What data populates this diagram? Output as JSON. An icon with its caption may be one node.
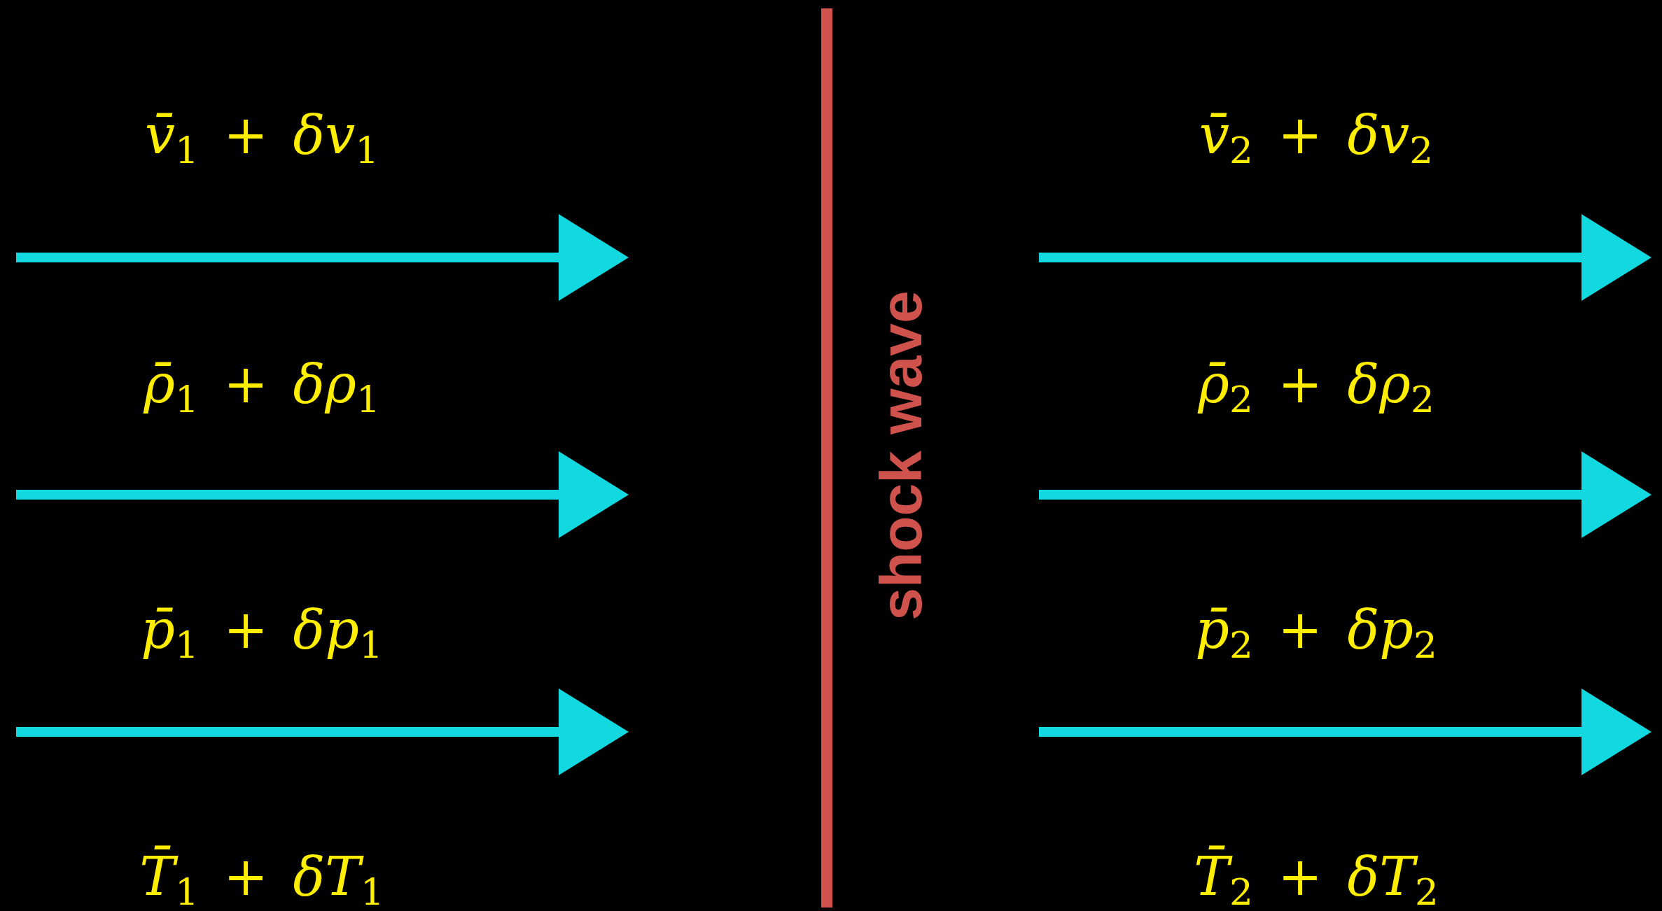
{
  "diagram": {
    "nodes": [
      {
        "text": [
          "shock wave"
        ]
      }
    ],
    "labels": [
      "*v̄*$_{1}$ + *δv*$_{1}$",
      "*v̄*$_{2}$ + *δv*$_{2}$",
      "*ρ̄*$_{1}$ + *δρ*$_{1}$",
      "*ρ̄*$_{2}$ + *δρ*$_{2}$",
      "*p̄*$_{1}$ + *δp*$_{1}$",
      "*p̄*$_{2}$ + *δp*$_{2}$",
      "*T̄*$_{1}$ + *δT*$_{1}$",
      "*T̄*$_{2}$ + *δT*$_{2}$"
    ]
  }
}
